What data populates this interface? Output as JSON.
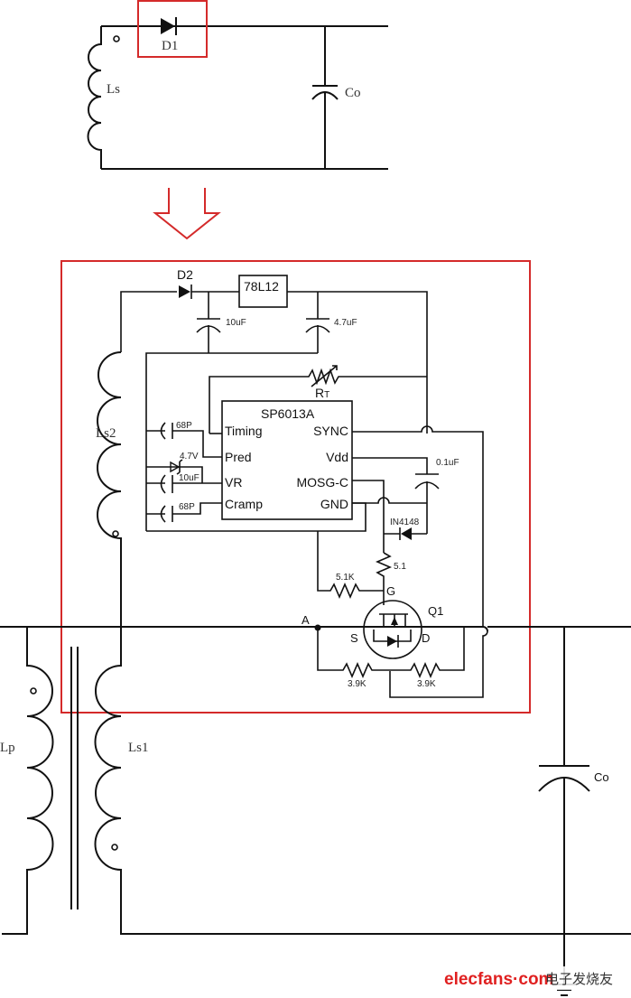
{
  "top_circuit": {
    "inductor_label": "Ls",
    "diode_label": "D1",
    "capacitor_label": "Co"
  },
  "arrow": {
    "direction": "down",
    "color": "#d42a2a"
  },
  "highlight_color": "#d42a2a",
  "replacement_circuit": {
    "diode_d2_label": "D2",
    "regulator_label": "78L12",
    "cap_10uF_label": "10uF",
    "cap_4_7uF_label": "4.7uF",
    "thermistor_label": "R",
    "thermistor_sub": "T",
    "ic": {
      "name": "SP6013A",
      "left_pins": [
        "Timing",
        "Pred",
        "VR",
        "Cramp"
      ],
      "right_pins": [
        "SYNC",
        "Vdd",
        "MOSG-C",
        "GND"
      ]
    },
    "aux_winding_label": "Ls2",
    "cap_68p_1_label": "68P",
    "zener_label": "4.7V",
    "cap_10uF_vr_label": "10uF",
    "cap_68p_2_label": "68P",
    "cap_0_1uF_label": "0.1uF",
    "diode_in4148_label": "IN4148",
    "gate_resistor_label": "5.1",
    "gs_resistor_label": "5.1K",
    "mosfet_label": "Q1",
    "gate_pin": "G",
    "source_pin": "S",
    "drain_pin": "D",
    "node_a_label": "A",
    "divider_r1_label": "3.9K",
    "divider_r2_label": "3.9K"
  },
  "bottom_circuit": {
    "primary_label": "Lp",
    "secondary_label": "Ls1",
    "output_cap_label": "Co"
  },
  "watermark": {
    "text": "elecfans·com",
    "cn_text": "电子发烧友",
    "color": "#e02020"
  }
}
